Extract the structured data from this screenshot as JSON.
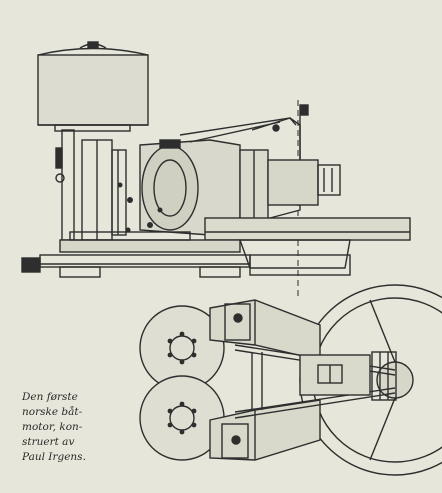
{
  "caption": {
    "lines": [
      "Den første",
      "norske båt-",
      "motor, kon-",
      "struert av",
      "Paul Irgens."
    ]
  }
}
